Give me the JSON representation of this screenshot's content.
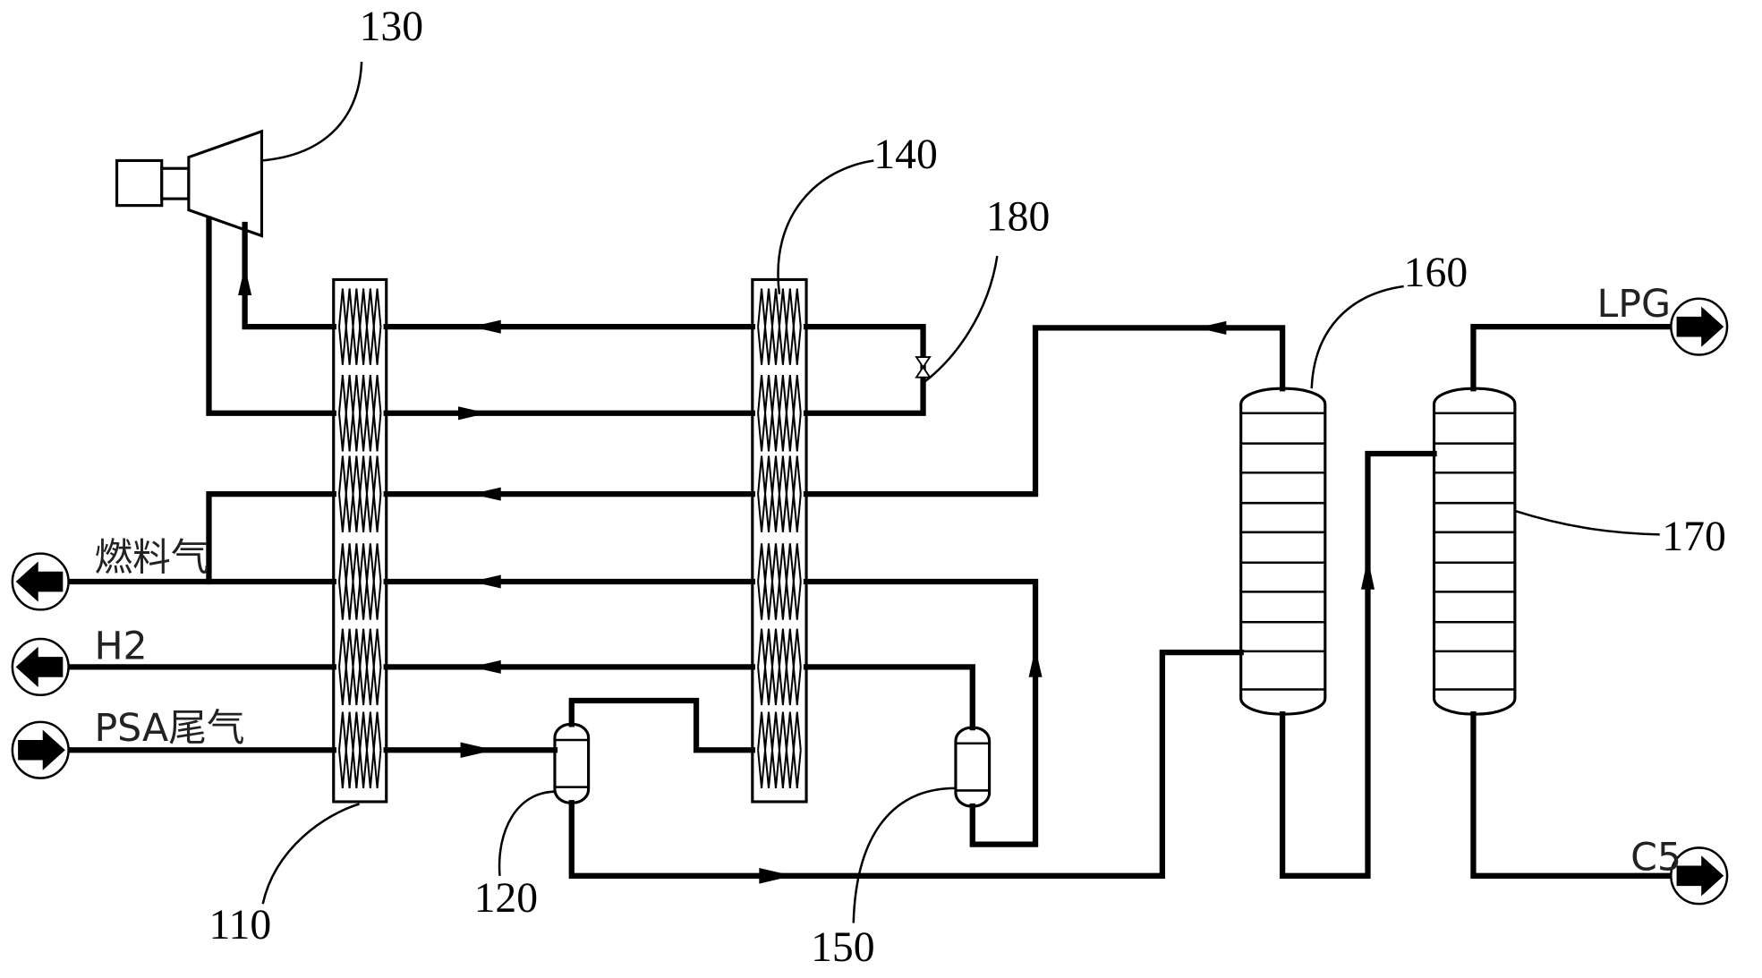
{
  "title": "",
  "labels": {
    "hx1": "110",
    "drum1": "120",
    "compressor": "130",
    "hx2": "140",
    "drum2": "150",
    "column1": "160",
    "column2": "170",
    "valve": "180"
  },
  "streams": {
    "fuel_gas": "燃料气",
    "h2": "H2",
    "psa_tail_gas": "PSA尾气",
    "lpg": "LPG",
    "c5": "C5"
  },
  "colors": {
    "line": "#000000",
    "background": "#ffffff"
  }
}
